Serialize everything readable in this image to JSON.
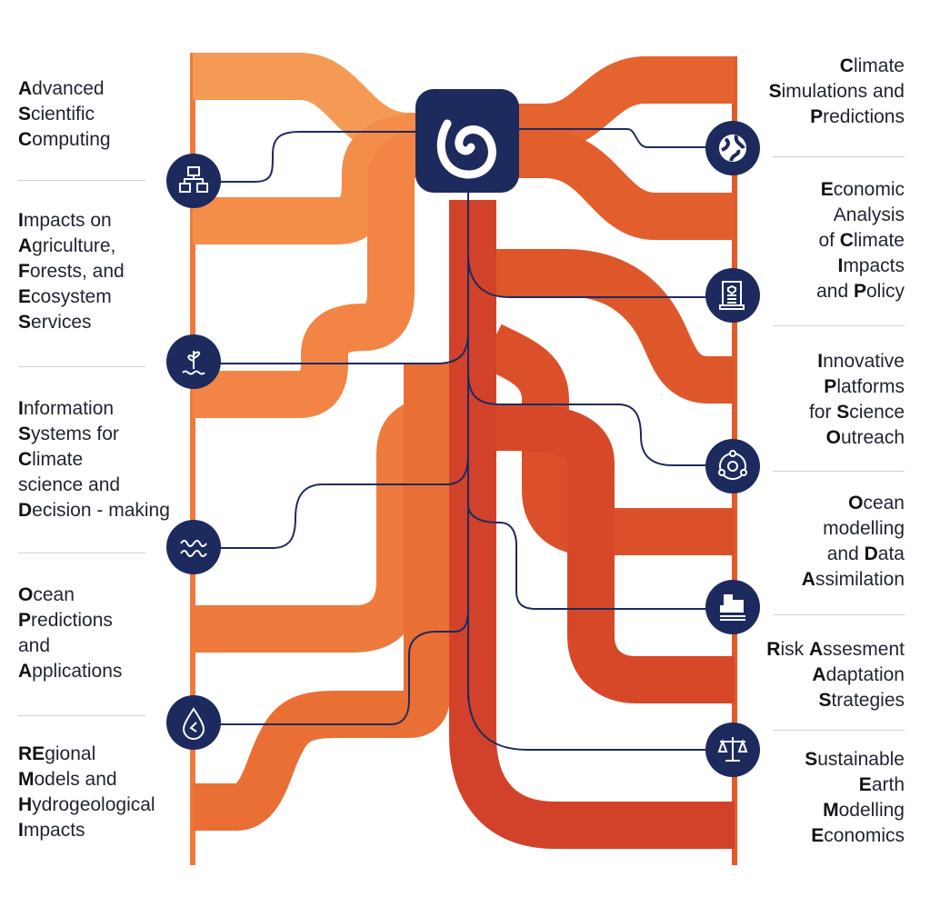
{
  "colors": {
    "navy": "#1d2a5e",
    "band_light": "#f49a55",
    "band_mid": "#ee7a3d",
    "band_dark": "#e05a2b",
    "band_red": "#d2422a"
  },
  "center_logo": {
    "icon": "spiral-logo-icon"
  },
  "left_labels": [
    {
      "icon": "database-network-icon",
      "lines": [
        [
          [
            "A",
            1
          ],
          [
            "dvanced",
            0
          ]
        ],
        [
          [
            "S",
            1
          ],
          [
            "cientific",
            0
          ]
        ],
        [
          [
            "C",
            1
          ],
          [
            "omputing",
            0
          ]
        ]
      ]
    },
    {
      "icon": "plant-water-icon",
      "lines": [
        [
          [
            "I",
            1
          ],
          [
            "mpacts on",
            0
          ]
        ],
        [
          [
            "A",
            1
          ],
          [
            "griculture,",
            0
          ]
        ],
        [
          [
            "F",
            1
          ],
          [
            "orests, and",
            0
          ]
        ],
        [
          [
            "E",
            1
          ],
          [
            "cosystem",
            0
          ]
        ],
        [
          [
            "S",
            1
          ],
          [
            "ervices",
            0
          ]
        ]
      ]
    },
    {
      "icon": "waves-icon",
      "lines": [
        [
          [
            "I",
            1
          ],
          [
            "nformation",
            0
          ]
        ],
        [
          [
            "S",
            1
          ],
          [
            "ystems for",
            0
          ]
        ],
        [
          [
            "C",
            1
          ],
          [
            "limate",
            0
          ]
        ],
        [
          [
            "science and",
            0
          ]
        ],
        [
          [
            "D",
            1
          ],
          [
            "ecision - making",
            0
          ]
        ]
      ]
    },
    {
      "icon": "water-drop-icon",
      "lines": [
        [
          [
            "O",
            1
          ],
          [
            "cean",
            0
          ]
        ],
        [
          [
            "P",
            1
          ],
          [
            "redictions",
            0
          ]
        ],
        [
          [
            "and",
            0
          ]
        ],
        [
          [
            "A",
            1
          ],
          [
            "pplications",
            0
          ]
        ]
      ]
    },
    {
      "icon": "",
      "lines": [
        [
          [
            "RE",
            1
          ],
          [
            "gional",
            0
          ]
        ],
        [
          [
            "M",
            1
          ],
          [
            "odels and",
            0
          ]
        ],
        [
          [
            "H",
            1
          ],
          [
            "ydrogeological",
            0
          ]
        ],
        [
          [
            "I",
            1
          ],
          [
            "mpacts",
            0
          ]
        ]
      ]
    }
  ],
  "right_labels": [
    {
      "icon": "globe-icon",
      "lines": [
        [
          [
            "C",
            1
          ],
          [
            "limate",
            0
          ]
        ],
        [
          [
            "S",
            1
          ],
          [
            "imulations and",
            0
          ]
        ],
        [
          [
            "P",
            1
          ],
          [
            "redictions",
            0
          ]
        ]
      ]
    },
    {
      "icon": "policy-document-icon",
      "lines": [
        [
          [
            "E",
            1
          ],
          [
            "conomic",
            0
          ]
        ],
        [
          [
            "Analysis",
            0
          ]
        ],
        [
          [
            "of ",
            0
          ],
          [
            "C",
            1
          ],
          [
            "limate",
            0
          ]
        ],
        [
          [
            "I",
            1
          ],
          [
            "mpacts",
            0
          ]
        ],
        [
          [
            "and ",
            0
          ],
          [
            "P",
            1
          ],
          [
            "olicy",
            0
          ]
        ]
      ]
    },
    {
      "icon": "orbit-platform-icon",
      "lines": [
        [
          [
            "I",
            1
          ],
          [
            "nnovative",
            0
          ]
        ],
        [
          [
            "P",
            1
          ],
          [
            "latforms",
            0
          ]
        ],
        [
          [
            "for ",
            0
          ],
          [
            "S",
            1
          ],
          [
            "cience",
            0
          ]
        ],
        [
          [
            "O",
            1
          ],
          [
            "utreach",
            0
          ]
        ]
      ]
    },
    {
      "icon": "coastal-buildings-icon",
      "lines": [
        [
          [
            "O",
            1
          ],
          [
            "cean",
            0
          ]
        ],
        [
          [
            "modelling",
            0
          ]
        ],
        [
          [
            "and ",
            0
          ],
          [
            "D",
            1
          ],
          [
            "ata",
            0
          ]
        ],
        [
          [
            "A",
            1
          ],
          [
            "ssimilation",
            0
          ]
        ]
      ]
    },
    {
      "icon": "balance-scale-icon",
      "lines": [
        [
          [
            "R",
            1
          ],
          [
            "isk ",
            0
          ],
          [
            "A",
            1
          ],
          [
            "ssesment",
            0
          ]
        ],
        [
          [
            "A",
            1
          ],
          [
            "daptation",
            0
          ]
        ],
        [
          [
            "S",
            1
          ],
          [
            "trategies",
            0
          ]
        ]
      ]
    },
    {
      "icon": "",
      "lines": [
        [
          [
            "S",
            1
          ],
          [
            "ustainable",
            0
          ]
        ],
        [
          [
            "E",
            1
          ],
          [
            "arth",
            0
          ]
        ],
        [
          [
            "M",
            1
          ],
          [
            "odelling",
            0
          ]
        ],
        [
          [
            "E",
            1
          ],
          [
            "conomics",
            0
          ]
        ]
      ]
    }
  ]
}
